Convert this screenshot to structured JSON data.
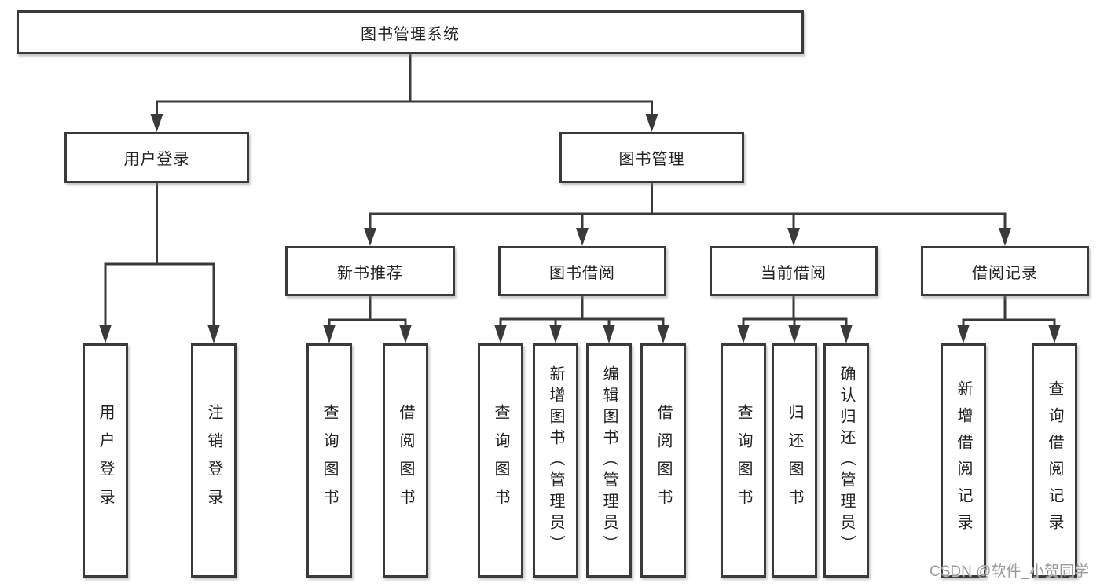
{
  "diagram": {
    "root": {
      "label": "图书管理系统"
    },
    "level1": [
      {
        "label": "用户登录",
        "children": [
          {
            "label": "用户登录"
          },
          {
            "label": "注销登录"
          }
        ]
      },
      {
        "label": "图书管理",
        "children": [
          {
            "label": "新书推荐",
            "children": [
              {
                "label": "查询图书"
              },
              {
                "label": "借阅图书"
              }
            ]
          },
          {
            "label": "图书借阅",
            "children": [
              {
                "label": "查询图书"
              },
              {
                "label": "新增图书（管理员）"
              },
              {
                "label": "编辑图书（管理员）"
              },
              {
                "label": "借阅图书"
              }
            ]
          },
          {
            "label": "当前借阅",
            "children": [
              {
                "label": "查询图书"
              },
              {
                "label": "归还图书"
              },
              {
                "label": "确认归还（管理员）"
              }
            ]
          },
          {
            "label": "借阅记录",
            "children": [
              {
                "label": "新增借阅记录"
              },
              {
                "label": "查询借阅记录"
              }
            ]
          }
        ]
      }
    ]
  },
  "watermark": {
    "text": "CSDN @软件_小贺同学"
  },
  "colors": {
    "line": "#3a3a3a",
    "text": "#222222",
    "background": "#ffffff",
    "watermark": "#9a9a9a"
  }
}
